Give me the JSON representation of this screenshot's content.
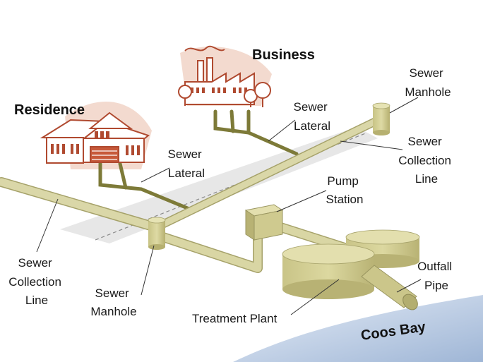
{
  "labels": {
    "business": "Business",
    "residence": "Residence",
    "sewer_manhole_top": [
      "Sewer",
      "Manhole"
    ],
    "sewer_lateral_top": [
      "Sewer",
      "Lateral"
    ],
    "sewer_collection_line_right": [
      "Sewer",
      "Collection",
      "Line"
    ],
    "sewer_lateral_left": [
      "Sewer",
      "Lateral"
    ],
    "pump_station": [
      "Pump",
      "Station"
    ],
    "sewer_collection_line_left": [
      "Sewer",
      "Collection",
      "Line"
    ],
    "sewer_manhole_bottom": [
      "Sewer",
      "Manhole"
    ],
    "outfall_pipe": [
      "Outfall",
      "Pipe"
    ],
    "treatment_plant": "Treatment Plant",
    "water_body": "Coos Bay"
  },
  "colors": {
    "pipe": "#d9d6a6",
    "pipe_edge": "#a6a26a",
    "tank": "#d2cd94",
    "tank_dark": "#b3ae72",
    "lateral": "#7d7a38",
    "building": "#b04a30",
    "building_shadow": "#f1d2c6",
    "road": "#e6e6e6",
    "water_light": "#dde6f3",
    "water_dark": "#8ea8cc"
  },
  "icons": [
    "house-icon",
    "factory-icon",
    "tree-icon"
  ]
}
